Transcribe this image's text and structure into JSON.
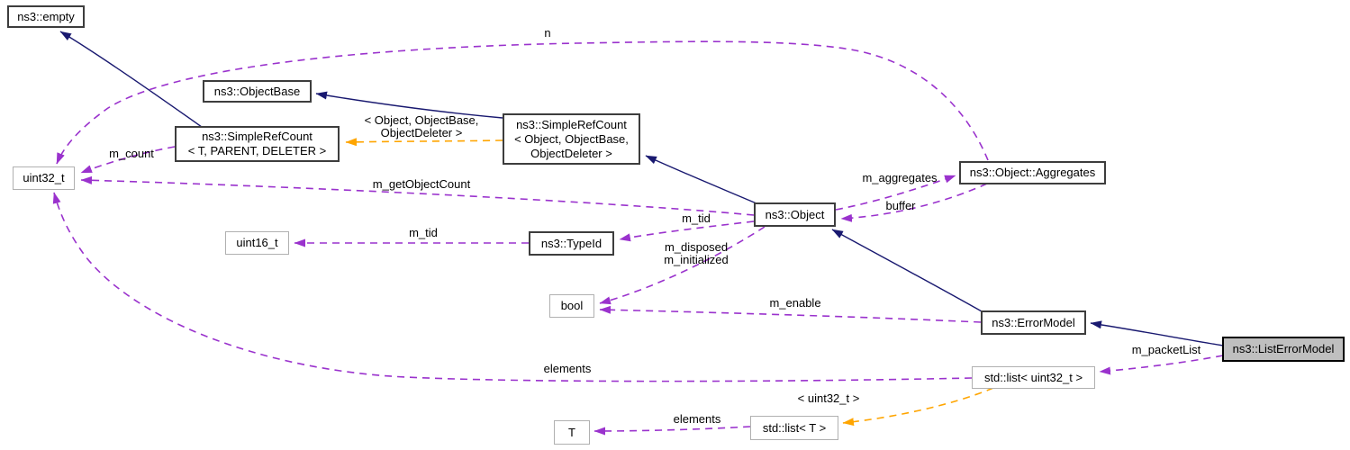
{
  "diagram": {
    "type": "doxygen-collaboration-diagram",
    "colors": {
      "inheritance_edge": "#191970",
      "usage_edge": "#9a32cd",
      "template_edge": "#ffa500",
      "current_node_fill": "#bfbfbf",
      "node_fill": "#ffffff",
      "doc_border": "#3d3d3d",
      "plain_border": "#b0b0b0"
    },
    "nodes": {
      "empty": {
        "label": "ns3::empty"
      },
      "objectBase": {
        "label": "ns3::ObjectBase"
      },
      "srcGeneric": {
        "line1": "ns3::SimpleRefCount",
        "line2": "< T, PARENT, DELETER >"
      },
      "uint32": {
        "label": "uint32_t"
      },
      "srcObject": {
        "line1": "ns3::SimpleRefCount",
        "line2": "< Object, ObjectBase,",
        "line3": "ObjectDeleter >"
      },
      "aggregates": {
        "label": "ns3::Object::Aggregates"
      },
      "object": {
        "label": "ns3::Object"
      },
      "typeId": {
        "label": "ns3::TypeId"
      },
      "uint16": {
        "label": "uint16_t"
      },
      "bool": {
        "label": "bool"
      },
      "errorModel": {
        "label": "ns3::ErrorModel"
      },
      "listErrorModel": {
        "label": "ns3::ListErrorModel"
      },
      "stdListUint32": {
        "label": "std::list< uint32_t >"
      },
      "stdListT": {
        "label": "std::list< T >"
      },
      "t": {
        "label": "T"
      }
    },
    "edgeLabels": {
      "n": "n",
      "mCount": "m_count",
      "mGetObjectCount": "m_getObjectCount",
      "templateArgsObject1": "< Object, ObjectBase,",
      "templateArgsObject2": "ObjectDeleter >",
      "mTidObject": "m_tid",
      "mTidTypeId": "m_tid",
      "mDisposed": "m_disposed",
      "mInitialized": "m_initialized",
      "mEnable": "m_enable",
      "mAggregates": "m_aggregates",
      "buffer": "buffer",
      "mPacketList": "m_packetList",
      "elementsUint32": "elements",
      "templateArgUint32": "< uint32_t >",
      "elementsT": "elements"
    }
  }
}
